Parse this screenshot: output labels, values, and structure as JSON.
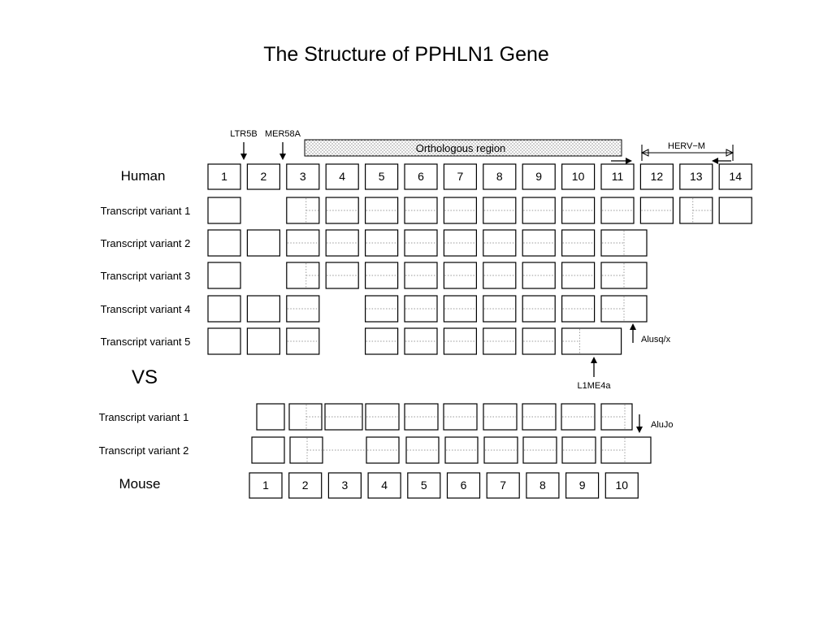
{
  "title": "The Structure of PPHLN1 Gene",
  "vs": "VS",
  "human": {
    "label": "Human",
    "exons": [
      "1",
      "2",
      "3",
      "4",
      "5",
      "6",
      "7",
      "8",
      "9",
      "10",
      "11",
      "12",
      "13",
      "14"
    ],
    "ortholog_label": "Orthologous region",
    "herv_label": "HERV−M",
    "annotations": [
      "LTR5B",
      "MER58A"
    ],
    "variants": [
      {
        "label": "Transcript variant 1",
        "exons": [
          1,
          3,
          4,
          5,
          6,
          7,
          8,
          9,
          10,
          11,
          12,
          13,
          14
        ]
      },
      {
        "label": "Transcript variant 2",
        "exons": [
          1,
          2,
          3,
          4,
          5,
          6,
          7,
          8,
          9,
          10,
          11
        ]
      },
      {
        "label": "Transcript variant 3",
        "exons": [
          1,
          3,
          4,
          5,
          6,
          7,
          8,
          9,
          10,
          11
        ]
      },
      {
        "label": "Transcript variant 4",
        "exons": [
          1,
          2,
          3,
          5,
          6,
          7,
          8,
          9,
          10,
          11
        ]
      },
      {
        "label": "Transcript variant 5",
        "exons": [
          1,
          2,
          3,
          5,
          6,
          7,
          8,
          9,
          10
        ]
      }
    ],
    "alusq_label": "Alusq/x",
    "l1me4a_label": "L1ME4a"
  },
  "mouse": {
    "label": "Mouse",
    "exons": [
      "1",
      "2",
      "3",
      "4",
      "5",
      "6",
      "7",
      "8",
      "9",
      "10"
    ],
    "aluJo_label": "AluJo",
    "variants": [
      {
        "label": "Transcript variant 1",
        "exons": [
          1,
          2,
          3,
          4,
          5,
          6,
          7,
          8,
          9,
          10
        ]
      },
      {
        "label": "Transcript variant 2",
        "exons": [
          1,
          2,
          4,
          5,
          6,
          7,
          8,
          9,
          10
        ]
      }
    ]
  }
}
